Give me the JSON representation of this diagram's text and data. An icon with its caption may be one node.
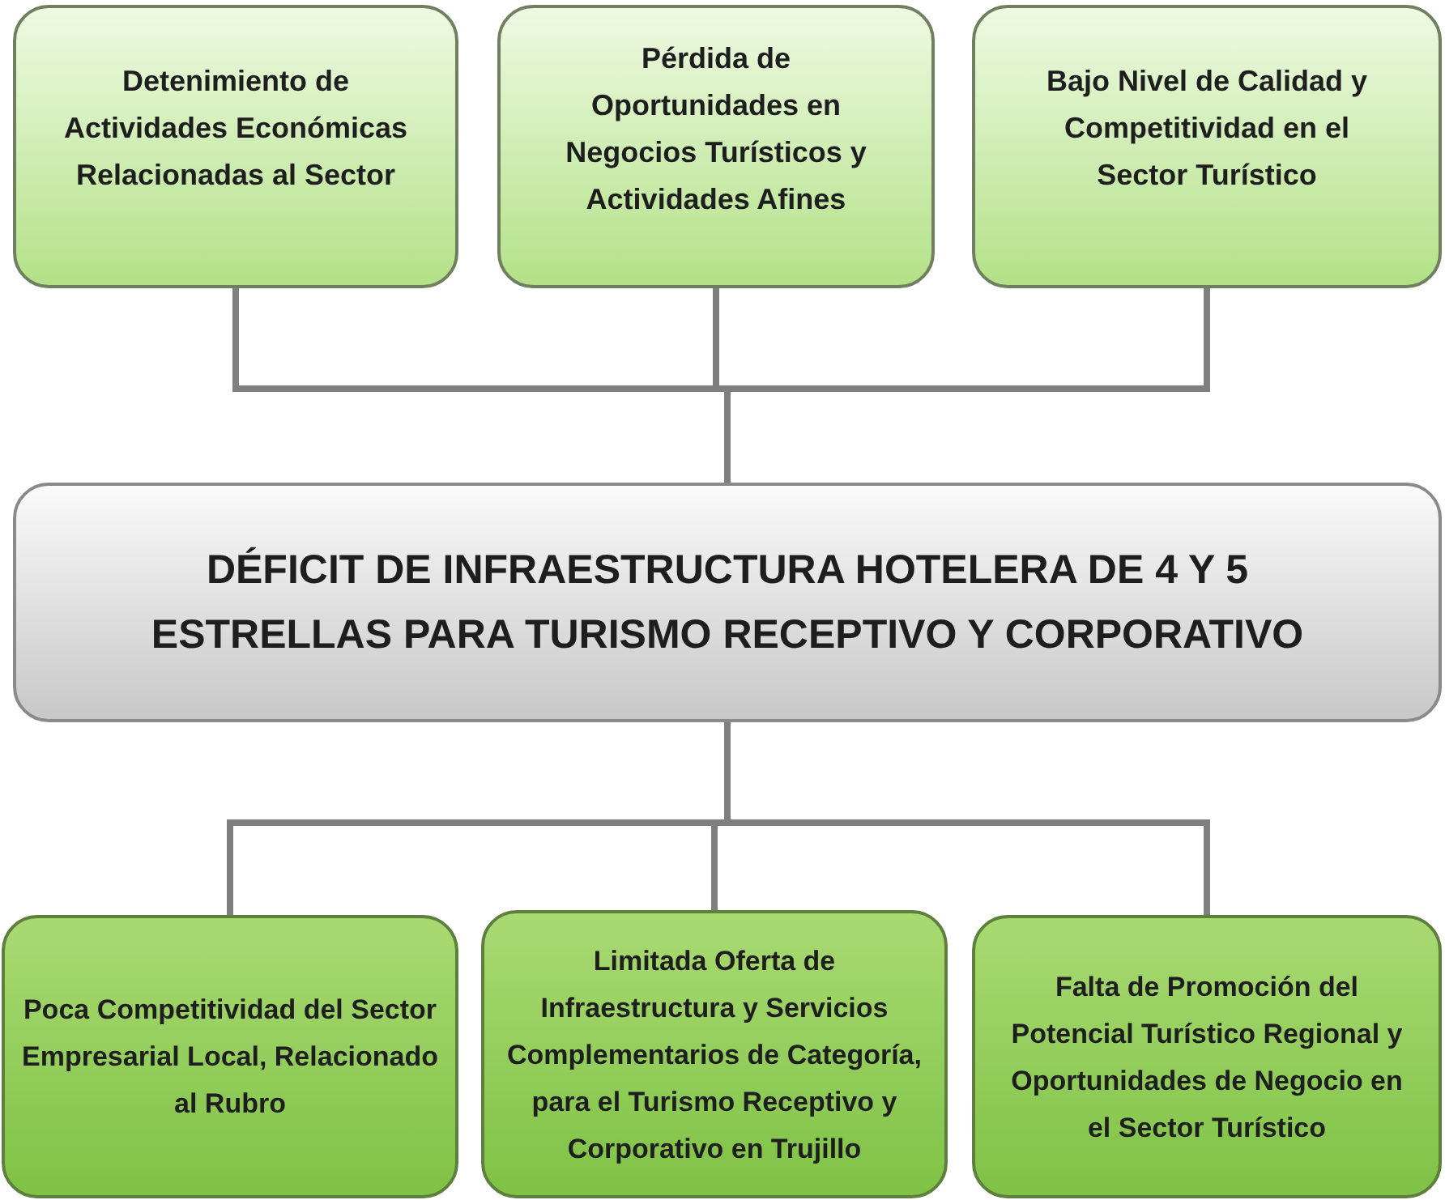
{
  "diagram": {
    "nodes": [
      {
        "text": [
          "Detenimiento de Actividades Económicas Relacionadas al Sector"
        ]
      },
      {
        "text": [
          "Pérdida de Oportunidades en Negocios Turísticos y Actividades Afines"
        ]
      },
      {
        "text": [
          "Bajo Nivel de Calidad y Competitividad en el Sector Turístico"
        ]
      },
      {
        "text": [
          "DÉFICIT DE INFRAESTRUCTURA HOTELERA DE 4 Y 5 ESTRELLAS PARA TURISMO RECEPTIVO Y CORPORATIVO"
        ]
      },
      {
        "text": [
          "Poca Competitividad del Sector Empresarial Local, Relacionado al Rubro"
        ]
      },
      {
        "text": [
          "Limitada Oferta de Infraestructura y Servicios Complementarios de Categoría, para el Turismo Receptivo y Corporativo en Trujillo"
        ]
      },
      {
        "text": [
          "Falta de Promoción del Potencial Turístico Regional y Oportunidades de Negocio en el Sector Turístico"
        ]
      }
    ],
    "edges": [
      {
        "from": 0,
        "to": 3,
        "arrow": "none"
      },
      {
        "from": 1,
        "to": 3,
        "arrow": "none"
      },
      {
        "from": 2,
        "to": 3,
        "arrow": "none"
      },
      {
        "from": 3,
        "to": 4,
        "arrow": "none"
      },
      {
        "from": 3,
        "to": 5,
        "arrow": "none"
      },
      {
        "from": 3,
        "to": 6,
        "arrow": "none"
      }
    ]
  }
}
